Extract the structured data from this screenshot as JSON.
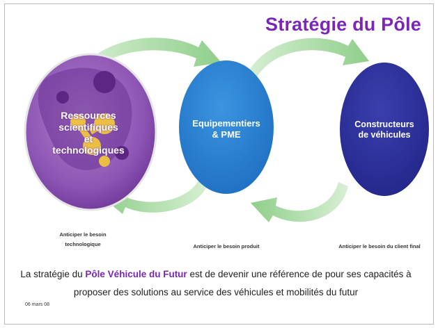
{
  "slide": {
    "title": "Stratégie du Pôle",
    "nodes": {
      "left_lines": [
        "Ressources",
        "scientifiques",
        "et",
        "technologiques"
      ],
      "middle_lines": [
        "Equipementiers",
        "& PME"
      ],
      "right_lines": [
        "Constructeurs",
        "de véhicules"
      ]
    },
    "captions": {
      "left_line1": "Anticiper le besoin",
      "left_line2": "technologique",
      "middle": "Anticiper le besoin produit",
      "right": "Anticiper le besoin du client final"
    },
    "body": {
      "part1": "La stratégie du ",
      "highlight": "Pôle Véhicule du Futur",
      "part2": " est de devenir une référence de pour ses capacités à proposer des solutions au service des véhicules et mobilités du futur"
    },
    "date": "06 mars 08"
  },
  "colors": {
    "accent": "#7a27b7",
    "arrow": "#9fd39a",
    "node_left": "#8a4fb0",
    "node_middle": "#2e86d4",
    "node_right": "#2a2f9e"
  }
}
